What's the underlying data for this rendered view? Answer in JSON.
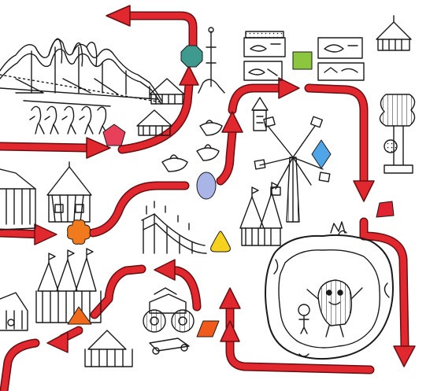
{
  "scene": {
    "background": "#ffffff",
    "ink": "#1a1a1a",
    "path_color": "#e0282e",
    "path_outline": "#6a0d10"
  },
  "tokens": [
    {
      "name": "pink-pentagon-token",
      "shape": "pentagon",
      "color": "#e8405a"
    },
    {
      "name": "teal-octagon-token",
      "shape": "octagon",
      "color": "#3e9a8e"
    },
    {
      "name": "green-square-token",
      "shape": "square",
      "color": "#8cc63f"
    },
    {
      "name": "lavender-egg-token",
      "shape": "egg",
      "color": "#a9b5e6"
    },
    {
      "name": "orange-flower-token",
      "shape": "flower",
      "color": "#f07a1c"
    },
    {
      "name": "yellow-triangle-token",
      "shape": "rounded-triangle",
      "color": "#f6d21e"
    },
    {
      "name": "blue-diamond-token",
      "shape": "diamond",
      "color": "#4ea6e8"
    },
    {
      "name": "red-trapezoid-token",
      "shape": "trapezoid",
      "color": "#e02231"
    },
    {
      "name": "orange-triangle-token",
      "shape": "triangle",
      "color": "#f06a1a"
    },
    {
      "name": "orange-rhombus-token",
      "shape": "rhombus",
      "color": "#f05a1a"
    }
  ],
  "attractions": [
    {
      "name": "roller-coaster-drawing"
    },
    {
      "name": "carousel-horses-drawing"
    },
    {
      "name": "circus-tent-drawing"
    },
    {
      "name": "swing-ride-drawing"
    },
    {
      "name": "slide-ride-drawing"
    },
    {
      "name": "duck-boats-drawing"
    },
    {
      "name": "shooting-gallery-drawing"
    },
    {
      "name": "monster-truck-drawing"
    },
    {
      "name": "monster-frame-drawing"
    },
    {
      "name": "flag-tents-drawing"
    }
  ]
}
